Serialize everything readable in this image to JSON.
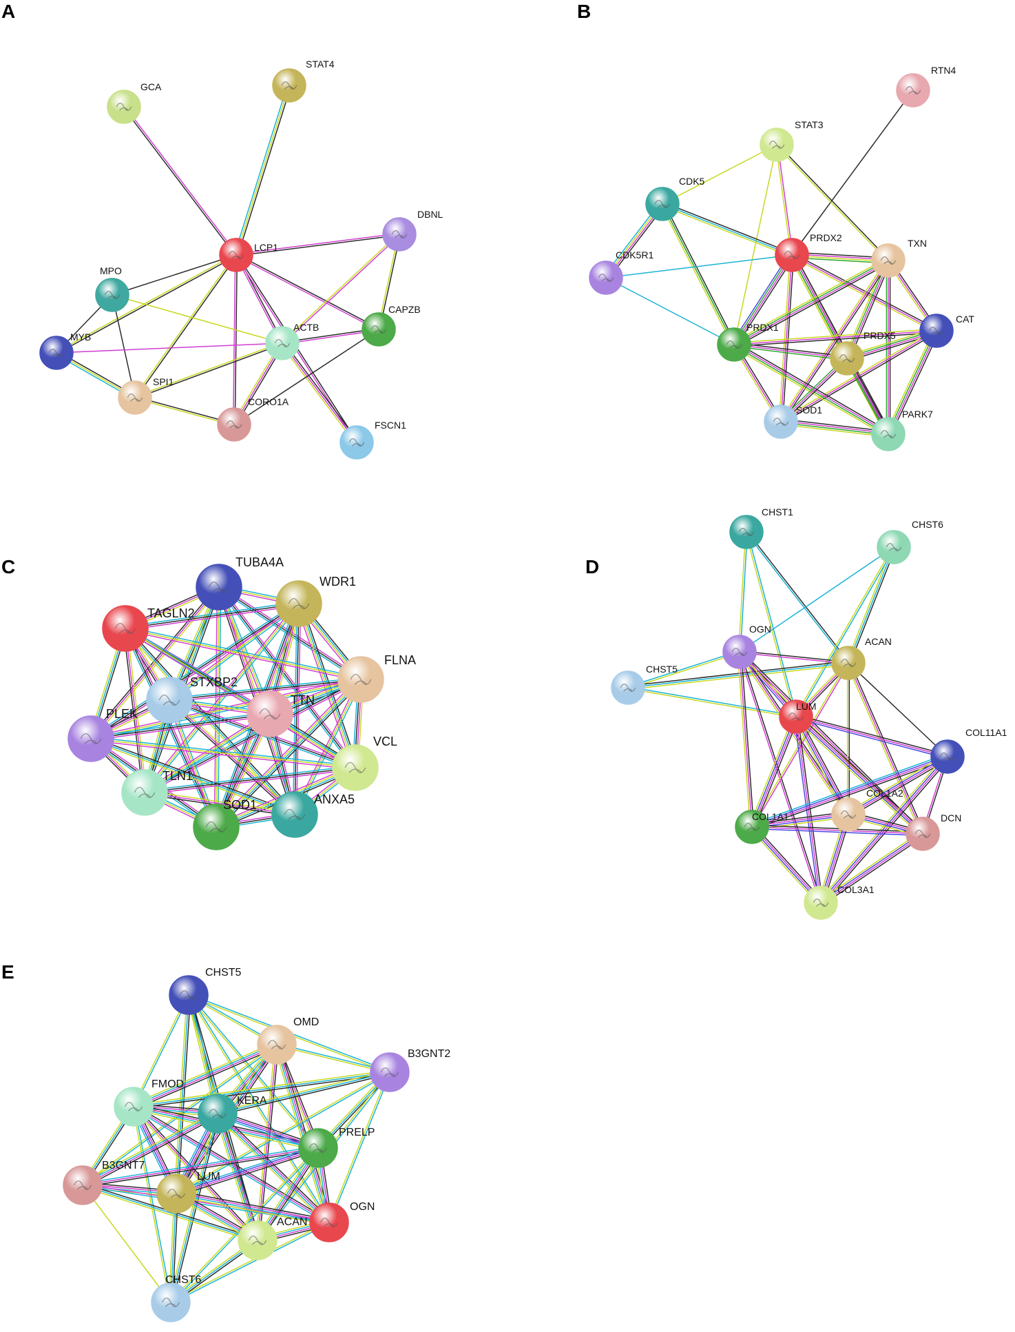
{
  "colors": {
    "edge_black": "#2b2b2b",
    "edge_cyan": "#1ab3d4",
    "edge_yellow": "#c8d820",
    "edge_magenta": "#d13ed1",
    "edge_green": "#2da82d",
    "edge_blue": "#4848e0"
  },
  "panels": [
    {
      "letter": "A",
      "nodes": [
        {
          "id": "GCA",
          "label": "GCA",
          "color": "#c8e08a"
        },
        {
          "id": "STAT4",
          "label": "STAT4",
          "color": "#c4b55a"
        },
        {
          "id": "LCP1",
          "label": "LCP1",
          "color": "#e8474e"
        },
        {
          "id": "DBNL",
          "label": "DBNL",
          "color": "#a98de0"
        },
        {
          "id": "MPO",
          "label": "MPO",
          "color": "#3fa8a0"
        },
        {
          "id": "MYB",
          "label": "MYB",
          "color": "#4450b8"
        },
        {
          "id": "ACTB",
          "label": "ACTB",
          "color": "#a6e6c6"
        },
        {
          "id": "CAPZB",
          "label": "CAPZB",
          "color": "#4caa48"
        },
        {
          "id": "SPI1",
          "label": "SPI1",
          "color": "#e6c4a0"
        },
        {
          "id": "CORO1A",
          "label": "CORO1A",
          "color": "#d89898"
        },
        {
          "id": "FSCN1",
          "label": "FSCN1",
          "color": "#8cc8e8"
        }
      ]
    },
    {
      "letter": "B",
      "nodes": [
        {
          "id": "RTN4",
          "label": "RTN4",
          "color": "#e8a8b0"
        },
        {
          "id": "STAT3",
          "label": "STAT3",
          "color": "#d0e890"
        },
        {
          "id": "CDK5",
          "label": "CDK5",
          "color": "#3aa8a0"
        },
        {
          "id": "CDK5R1",
          "label": "CDK5R1",
          "color": "#a884e0"
        },
        {
          "id": "PRDX2",
          "label": "PRDX2",
          "color": "#e8474e"
        },
        {
          "id": "TXN",
          "label": "TXN",
          "color": "#e6c4a0"
        },
        {
          "id": "CAT",
          "label": "CAT",
          "color": "#4450b8"
        },
        {
          "id": "PRDX1",
          "label": "PRDX1",
          "color": "#4caa48"
        },
        {
          "id": "PRDX5",
          "label": "PRDX5",
          "color": "#c4b55a"
        },
        {
          "id": "SOD1",
          "label": "SOD1",
          "color": "#a8cce8"
        },
        {
          "id": "PARK7",
          "label": "PARK7",
          "color": "#8ed8b4"
        }
      ]
    },
    {
      "letter": "C",
      "nodes": [
        {
          "id": "TUBA4A",
          "label": "TUBA4A",
          "color": "#4450b8"
        },
        {
          "id": "WDR1",
          "label": "WDR1",
          "color": "#c4b55a"
        },
        {
          "id": "TAGLN2",
          "label": "TAGLN2",
          "color": "#e8474e"
        },
        {
          "id": "FLNA",
          "label": "FLNA",
          "color": "#e6c4a0"
        },
        {
          "id": "STXBP2",
          "label": "STXBP2",
          "color": "#a8cce8"
        },
        {
          "id": "TTN",
          "label": "TTN",
          "color": "#e8a8b0"
        },
        {
          "id": "PLEK",
          "label": "PLEK",
          "color": "#a884e0"
        },
        {
          "id": "VCL",
          "label": "VCL",
          "color": "#d0e890"
        },
        {
          "id": "TLN1",
          "label": "TLN1",
          "color": "#a6e6c6"
        },
        {
          "id": "SOD1",
          "label": "SOD1",
          "color": "#4caa48"
        },
        {
          "id": "ANXA5",
          "label": "ANXA5",
          "color": "#3aa8a0"
        }
      ]
    },
    {
      "letter": "D",
      "nodes": [
        {
          "id": "CHST1",
          "label": "CHST1",
          "color": "#3aa8a0"
        },
        {
          "id": "CHST6",
          "label": "CHST6",
          "color": "#8ed8b4"
        },
        {
          "id": "OGN",
          "label": "OGN",
          "color": "#a884e0"
        },
        {
          "id": "ACAN",
          "label": "ACAN",
          "color": "#c4b55a"
        },
        {
          "id": "CHST5",
          "label": "CHST5",
          "color": "#a8cce8"
        },
        {
          "id": "LUM",
          "label": "LUM",
          "color": "#e8474e"
        },
        {
          "id": "COL11A1",
          "label": "COL11A1",
          "color": "#4450b8"
        },
        {
          "id": "COL1A1",
          "label": "COL1A1",
          "color": "#4caa48"
        },
        {
          "id": "COL1A2",
          "label": "COL1A2",
          "color": "#e6c4a0"
        },
        {
          "id": "DCN",
          "label": "DCN",
          "color": "#d89898"
        },
        {
          "id": "COL3A1",
          "label": "COL3A1",
          "color": "#d0e890"
        }
      ]
    },
    {
      "letter": "E",
      "nodes": [
        {
          "id": "CHST5",
          "label": "CHST5",
          "color": "#4450b8"
        },
        {
          "id": "OMD",
          "label": "OMD",
          "color": "#e6c4a0"
        },
        {
          "id": "B3GNT2",
          "label": "B3GNT2",
          "color": "#a884e0"
        },
        {
          "id": "FMOD",
          "label": "FMOD",
          "color": "#a6e6c6"
        },
        {
          "id": "KERA",
          "label": "KERA",
          "color": "#3aa8a0"
        },
        {
          "id": "PRELP",
          "label": "PRELP",
          "color": "#4caa48"
        },
        {
          "id": "B3GNT7",
          "label": "B3GNT7",
          "color": "#d89898"
        },
        {
          "id": "LUM",
          "label": "LUM",
          "color": "#c4b55a"
        },
        {
          "id": "OGN",
          "label": "OGN",
          "color": "#e8474e"
        },
        {
          "id": "ACAN",
          "label": "ACAN",
          "color": "#d0e890"
        },
        {
          "id": "CHST6",
          "label": "CHST6",
          "color": "#a8cce8"
        }
      ]
    }
  ]
}
